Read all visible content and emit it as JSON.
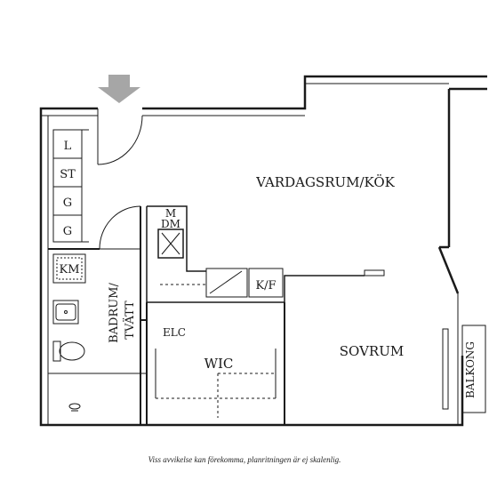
{
  "rooms": {
    "living_kitchen": "VARDAGSRUM/KÖK",
    "bathroom_line1": "BADRUM/",
    "bathroom_line2": "TVÄTT",
    "bedroom": "SOVRUM",
    "walk_in_closet": "WIC",
    "balcony": "BALKONG",
    "electrical": "ELC"
  },
  "fixtures": {
    "wardrobe_1": "L",
    "wardrobe_2": "ST",
    "wardrobe_3": "G",
    "wardrobe_4": "G",
    "washer": "KM",
    "closet_m": "M",
    "dishwasher": "DM",
    "fridge_freezer": "K/F"
  },
  "caption": "Viss avvikelse kan förekomma, planritningen är ej skalenlig.",
  "icons": [
    "entrance-arrow-icon",
    "toilet-icon",
    "sink-icon",
    "shower-drain-icon"
  ],
  "colors": {
    "wall": "#1a1a1a",
    "arrow": "#a6a6a6",
    "background": "#ffffff"
  }
}
